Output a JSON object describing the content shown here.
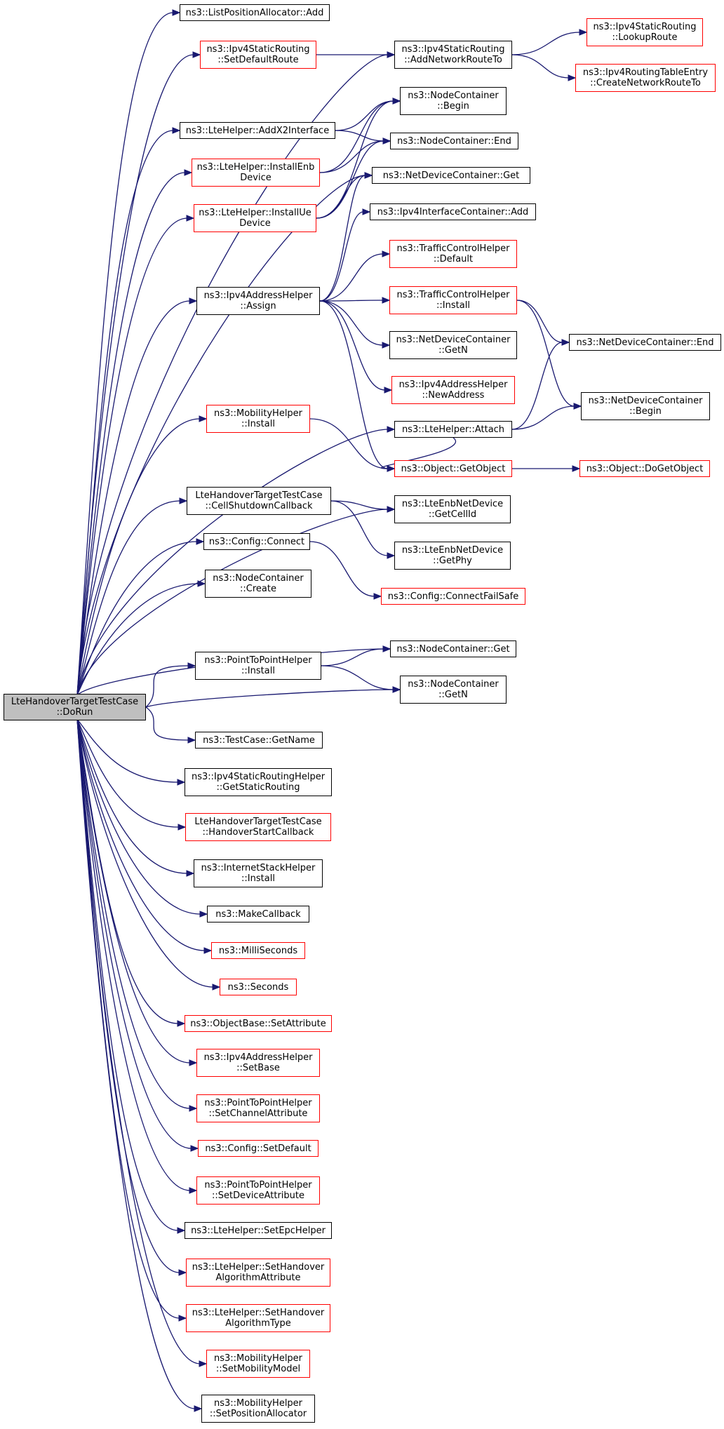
{
  "diagram": {
    "type": "call-graph",
    "colors": {
      "edge": "#191970",
      "node_border": "#000000",
      "linked_node_border": "#ff0000",
      "root_fill": "#bfbfbf",
      "background": "#ffffff"
    },
    "nodes": [
      {
        "id": "root",
        "lines": [
          "LteHandoverTargetTestCase",
          "::DoRun"
        ],
        "style": "root"
      },
      {
        "id": "n01",
        "lines": [
          "ns3::ListPositionAllocator::Add"
        ],
        "style": "black"
      },
      {
        "id": "n02",
        "lines": [
          "ns3::Ipv4StaticRouting",
          "::SetDefaultRoute"
        ],
        "style": "red"
      },
      {
        "id": "n03",
        "lines": [
          "ns3::Ipv4StaticRouting",
          "::AddNetworkRouteTo"
        ],
        "style": "black"
      },
      {
        "id": "n04",
        "lines": [
          "ns3::Ipv4StaticRouting",
          "::LookupRoute"
        ],
        "style": "red"
      },
      {
        "id": "n05",
        "lines": [
          "ns3::Ipv4RoutingTableEntry",
          "::CreateNetworkRouteTo"
        ],
        "style": "red"
      },
      {
        "id": "n06",
        "lines": [
          "ns3::NodeContainer",
          "::Begin"
        ],
        "style": "black"
      },
      {
        "id": "n07",
        "lines": [
          "ns3::LteHelper::AddX2Interface"
        ],
        "style": "black"
      },
      {
        "id": "n08",
        "lines": [
          "ns3::NodeContainer::End"
        ],
        "style": "black"
      },
      {
        "id": "n09",
        "lines": [
          "ns3::LteHelper::InstallEnb",
          "Device"
        ],
        "style": "red"
      },
      {
        "id": "n10",
        "lines": [
          "ns3::NetDeviceContainer::Get"
        ],
        "style": "black"
      },
      {
        "id": "n11",
        "lines": [
          "ns3::LteHelper::InstallUe",
          "Device"
        ],
        "style": "red"
      },
      {
        "id": "n12",
        "lines": [
          "ns3::Ipv4InterfaceContainer::Add"
        ],
        "style": "black"
      },
      {
        "id": "n13",
        "lines": [
          "ns3::TrafficControlHelper",
          "::Default"
        ],
        "style": "red"
      },
      {
        "id": "n14",
        "lines": [
          "ns3::Ipv4AddressHelper",
          "::Assign"
        ],
        "style": "black"
      },
      {
        "id": "n15",
        "lines": [
          "ns3::TrafficControlHelper",
          "::Install"
        ],
        "style": "red"
      },
      {
        "id": "n16",
        "lines": [
          "ns3::NetDeviceContainer",
          "::GetN"
        ],
        "style": "black"
      },
      {
        "id": "n17",
        "lines": [
          "ns3::NetDeviceContainer::End"
        ],
        "style": "black"
      },
      {
        "id": "n18",
        "lines": [
          "ns3::Ipv4AddressHelper",
          "::NewAddress"
        ],
        "style": "red"
      },
      {
        "id": "n19",
        "lines": [
          "ns3::NetDeviceContainer",
          "::Begin"
        ],
        "style": "black"
      },
      {
        "id": "n20",
        "lines": [
          "ns3::MobilityHelper",
          "::Install"
        ],
        "style": "red"
      },
      {
        "id": "n21",
        "lines": [
          "ns3::LteHelper::Attach"
        ],
        "style": "black"
      },
      {
        "id": "n22",
        "lines": [
          "ns3::Object::GetObject"
        ],
        "style": "red"
      },
      {
        "id": "n23",
        "lines": [
          "ns3::Object::DoGetObject"
        ],
        "style": "red"
      },
      {
        "id": "n24",
        "lines": [
          "LteHandoverTargetTestCase",
          "::CellShutdownCallback"
        ],
        "style": "black"
      },
      {
        "id": "n25",
        "lines": [
          "ns3::LteEnbNetDevice",
          "::GetCellId"
        ],
        "style": "black"
      },
      {
        "id": "n26",
        "lines": [
          "ns3::Config::Connect"
        ],
        "style": "black"
      },
      {
        "id": "n27",
        "lines": [
          "ns3::LteEnbNetDevice",
          "::GetPhy"
        ],
        "style": "black"
      },
      {
        "id": "n28",
        "lines": [
          "ns3::NodeContainer",
          "::Create"
        ],
        "style": "black"
      },
      {
        "id": "n29",
        "lines": [
          "ns3::Config::ConnectFailSafe"
        ],
        "style": "red"
      },
      {
        "id": "n30",
        "lines": [
          "ns3::NodeContainer::Get"
        ],
        "style": "black"
      },
      {
        "id": "n31",
        "lines": [
          "ns3::PointToPointHelper",
          "::Install"
        ],
        "style": "black"
      },
      {
        "id": "n32",
        "lines": [
          "ns3::NodeContainer",
          "::GetN"
        ],
        "style": "black"
      },
      {
        "id": "n33",
        "lines": [
          "ns3::TestCase::GetName"
        ],
        "style": "black"
      },
      {
        "id": "n34",
        "lines": [
          "ns3::Ipv4StaticRoutingHelper",
          "::GetStaticRouting"
        ],
        "style": "black"
      },
      {
        "id": "n35",
        "lines": [
          "LteHandoverTargetTestCase",
          "::HandoverStartCallback"
        ],
        "style": "red"
      },
      {
        "id": "n36",
        "lines": [
          "ns3::InternetStackHelper",
          "::Install"
        ],
        "style": "black"
      },
      {
        "id": "n37",
        "lines": [
          "ns3::MakeCallback"
        ],
        "style": "black"
      },
      {
        "id": "n38",
        "lines": [
          "ns3::MilliSeconds"
        ],
        "style": "red"
      },
      {
        "id": "n39",
        "lines": [
          "ns3::Seconds"
        ],
        "style": "red"
      },
      {
        "id": "n40",
        "lines": [
          "ns3::ObjectBase::SetAttribute"
        ],
        "style": "red"
      },
      {
        "id": "n41",
        "lines": [
          "ns3::Ipv4AddressHelper",
          "::SetBase"
        ],
        "style": "red"
      },
      {
        "id": "n42",
        "lines": [
          "ns3::PointToPointHelper",
          "::SetChannelAttribute"
        ],
        "style": "red"
      },
      {
        "id": "n43",
        "lines": [
          "ns3::Config::SetDefault"
        ],
        "style": "red"
      },
      {
        "id": "n44",
        "lines": [
          "ns3::PointToPointHelper",
          "::SetDeviceAttribute"
        ],
        "style": "red"
      },
      {
        "id": "n45",
        "lines": [
          "ns3::LteHelper::SetEpcHelper"
        ],
        "style": "black"
      },
      {
        "id": "n46",
        "lines": [
          "ns3::LteHelper::SetHandover",
          "AlgorithmAttribute"
        ],
        "style": "red"
      },
      {
        "id": "n47",
        "lines": [
          "ns3::LteHelper::SetHandover",
          "AlgorithmType"
        ],
        "style": "red"
      },
      {
        "id": "n48",
        "lines": [
          "ns3::MobilityHelper",
          "::SetMobilityModel"
        ],
        "style": "red"
      },
      {
        "id": "n49",
        "lines": [
          "ns3::MobilityHelper",
          "::SetPositionAllocator"
        ],
        "style": "black"
      }
    ],
    "edges": [
      [
        "root",
        "n01"
      ],
      [
        "root",
        "n02"
      ],
      [
        "root",
        "n03"
      ],
      [
        "root",
        "n07"
      ],
      [
        "root",
        "n09"
      ],
      [
        "root",
        "n11"
      ],
      [
        "root",
        "n10"
      ],
      [
        "root",
        "n14"
      ],
      [
        "root",
        "n21"
      ],
      [
        "root",
        "n20"
      ],
      [
        "root",
        "n24"
      ],
      [
        "root",
        "n25"
      ],
      [
        "root",
        "n26"
      ],
      [
        "root",
        "n28"
      ],
      [
        "root",
        "n30"
      ],
      [
        "root",
        "n31"
      ],
      [
        "root",
        "n32"
      ],
      [
        "root",
        "n33"
      ],
      [
        "root",
        "n34"
      ],
      [
        "root",
        "n35"
      ],
      [
        "root",
        "n36"
      ],
      [
        "root",
        "n37"
      ],
      [
        "root",
        "n38"
      ],
      [
        "root",
        "n39"
      ],
      [
        "root",
        "n40"
      ],
      [
        "root",
        "n41"
      ],
      [
        "root",
        "n42"
      ],
      [
        "root",
        "n43"
      ],
      [
        "root",
        "n44"
      ],
      [
        "root",
        "n45"
      ],
      [
        "root",
        "n46"
      ],
      [
        "root",
        "n47"
      ],
      [
        "root",
        "n48"
      ],
      [
        "root",
        "n49"
      ],
      [
        "n02",
        "n03"
      ],
      [
        "n03",
        "n04"
      ],
      [
        "n03",
        "n05"
      ],
      [
        "n07",
        "n06"
      ],
      [
        "n07",
        "n08"
      ],
      [
        "n09",
        "n06"
      ],
      [
        "n09",
        "n08"
      ],
      [
        "n11",
        "n06"
      ],
      [
        "n11",
        "n08"
      ],
      [
        "n11",
        "n10"
      ],
      [
        "n14",
        "n10"
      ],
      [
        "n14",
        "n12"
      ],
      [
        "n14",
        "n13"
      ],
      [
        "n14",
        "n15"
      ],
      [
        "n14",
        "n16"
      ],
      [
        "n14",
        "n18"
      ],
      [
        "n14",
        "n22"
      ],
      [
        "n15",
        "n17"
      ],
      [
        "n15",
        "n19"
      ],
      [
        "n21",
        "n17"
      ],
      [
        "n21",
        "n19"
      ],
      [
        "n21",
        "n22"
      ],
      [
        "n20",
        "n22"
      ],
      [
        "n22",
        "n23"
      ],
      [
        "n24",
        "n25"
      ],
      [
        "n24",
        "n27"
      ],
      [
        "n26",
        "n29"
      ],
      [
        "n31",
        "n30"
      ],
      [
        "n31",
        "n32"
      ]
    ]
  }
}
